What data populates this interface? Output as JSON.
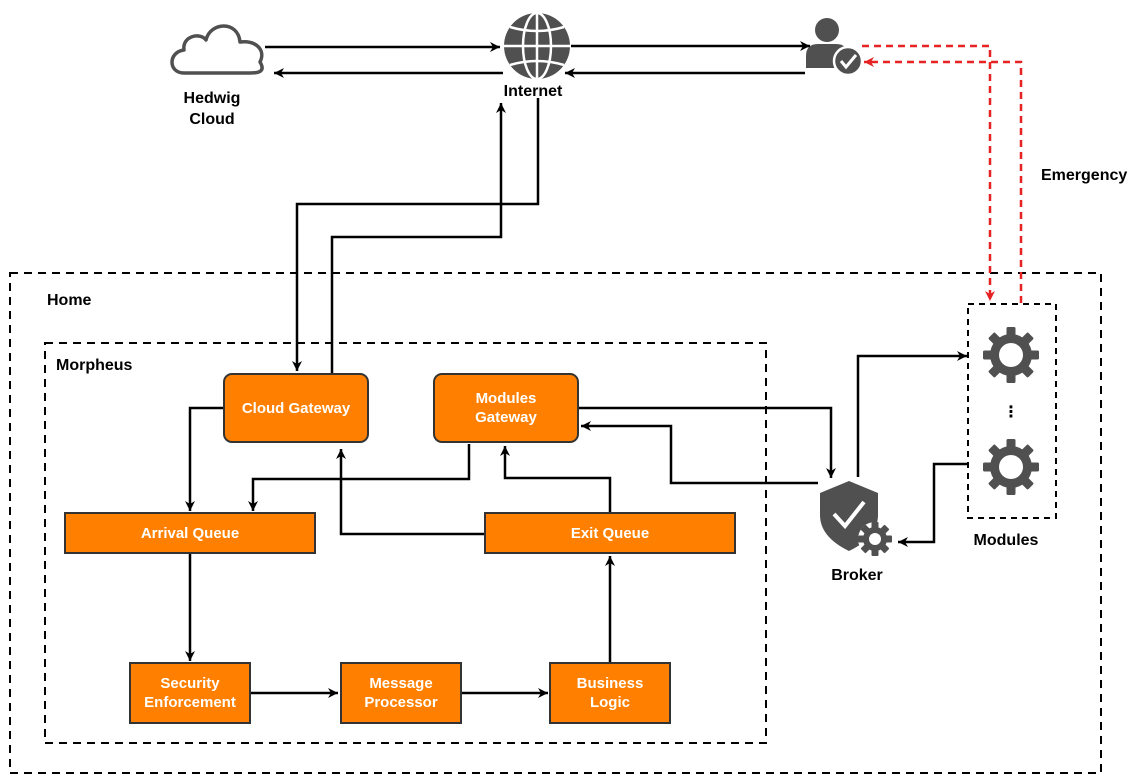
{
  "labels": {
    "hedwig_cloud": "Hedwig\nCloud",
    "internet": "Internet",
    "emergency": "Emergency",
    "home": "Home",
    "morpheus": "Morpheus",
    "broker": "Broker",
    "modules": "Modules",
    "modules_ellipsis": "⋮"
  },
  "nodes": {
    "cloud_gateway": "Cloud Gateway",
    "modules_gateway": "Modules\nGateway",
    "arrival_queue": "Arrival Queue",
    "exit_queue": "Exit Queue",
    "security_enforcement": "Security\nEnforcement",
    "message_processor": "Message\nProcessor",
    "business_logic": "Business\nLogic"
  },
  "colors": {
    "node_fill": "#ff8000",
    "node_border": "#333333",
    "icon": "#505050",
    "emergency_arrow": "#e62222",
    "edge": "#000000"
  },
  "icons": {
    "cloud": "cloud-icon",
    "globe": "globe-icon",
    "user": "user-check-icon",
    "broker": "shield-gear-icon",
    "module": "gear-icon"
  },
  "edges": [
    {
      "from": "Hedwig Cloud",
      "to": "Internet"
    },
    {
      "from": "Internet",
      "to": "Hedwig Cloud"
    },
    {
      "from": "Internet",
      "to": "User"
    },
    {
      "from": "User",
      "to": "Internet"
    },
    {
      "from": "Internet",
      "to": "Cloud Gateway"
    },
    {
      "from": "Cloud Gateway",
      "to": "Internet"
    },
    {
      "from": "Cloud Gateway",
      "to": "Arrival Queue"
    },
    {
      "from": "Modules Gateway",
      "to": "Arrival Queue"
    },
    {
      "from": "Arrival Queue",
      "to": "Security Enforcement"
    },
    {
      "from": "Security Enforcement",
      "to": "Message Processor"
    },
    {
      "from": "Message Processor",
      "to": "Business Logic"
    },
    {
      "from": "Business Logic",
      "to": "Exit Queue"
    },
    {
      "from": "Exit Queue",
      "to": "Cloud Gateway"
    },
    {
      "from": "Exit Queue",
      "to": "Modules Gateway"
    },
    {
      "from": "Modules Gateway",
      "to": "Broker"
    },
    {
      "from": "Broker",
      "to": "Modules Gateway"
    },
    {
      "from": "Broker",
      "to": "Modules"
    },
    {
      "from": "Modules",
      "to": "Broker"
    },
    {
      "from": "User",
      "to": "Modules",
      "style": "emergency"
    },
    {
      "from": "Modules",
      "to": "User",
      "style": "emergency"
    }
  ]
}
